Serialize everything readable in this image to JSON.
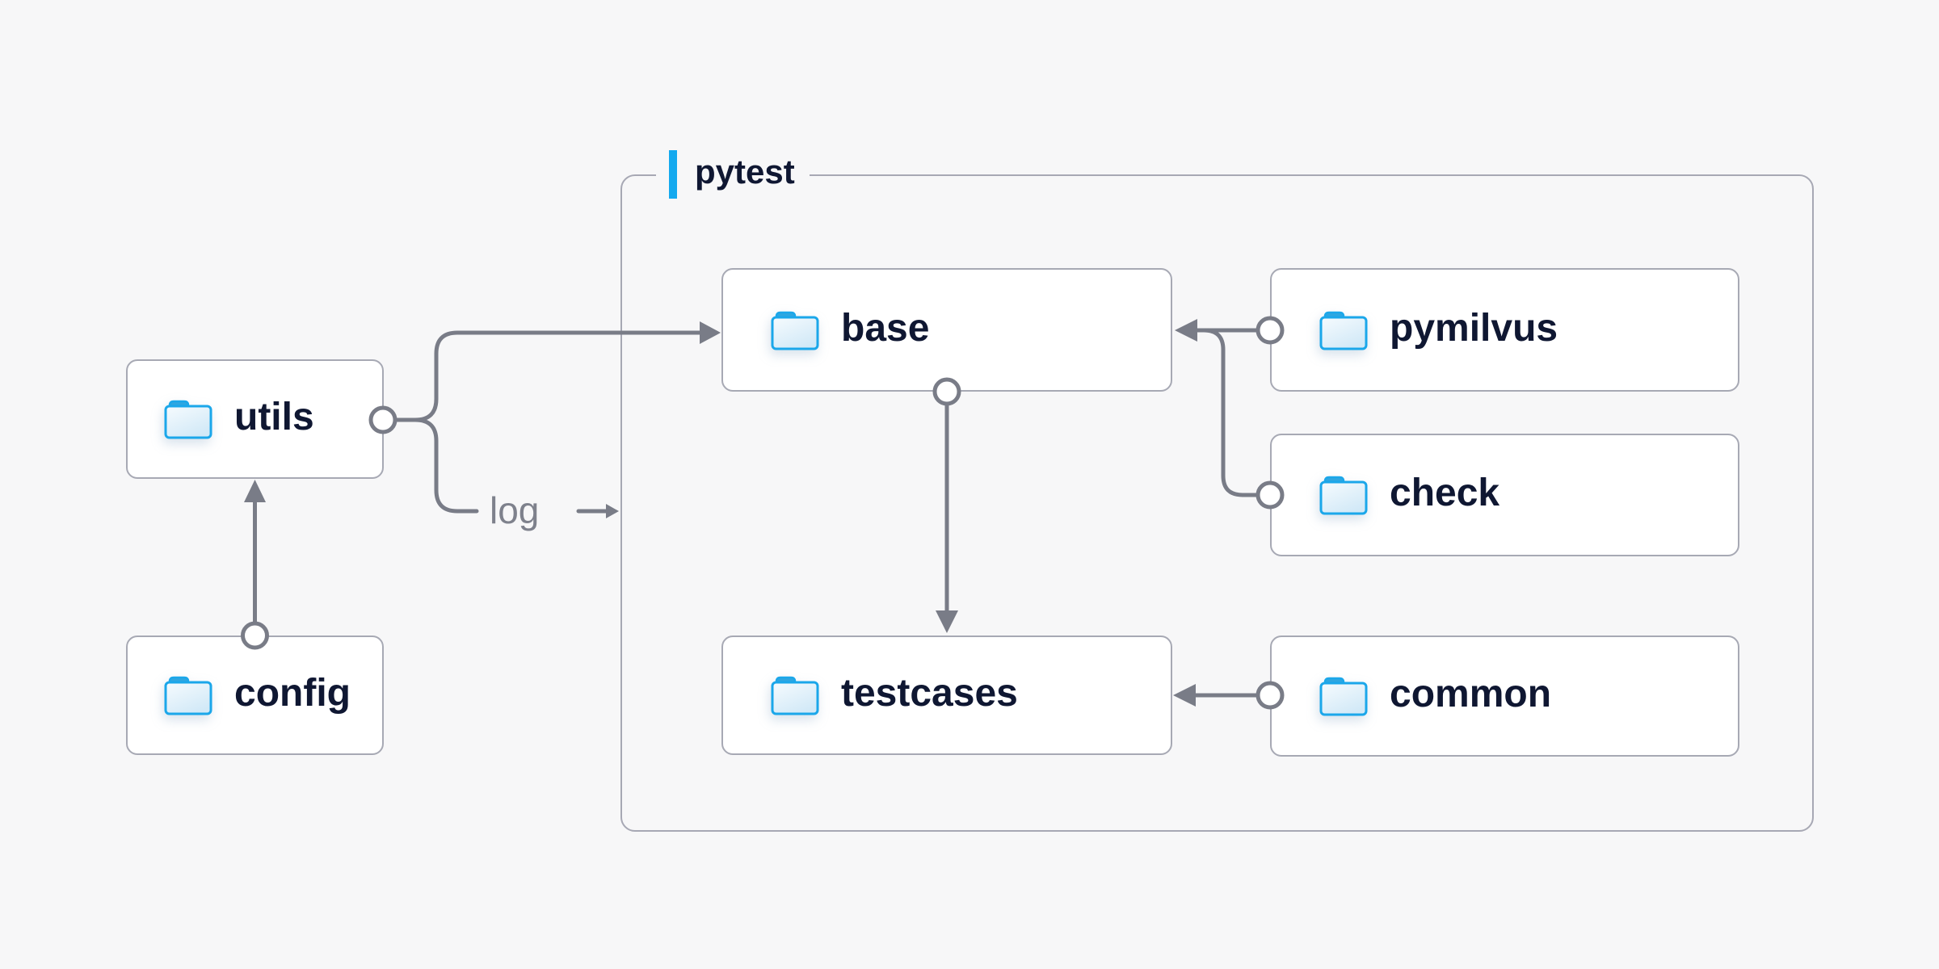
{
  "container": {
    "label": "pytest"
  },
  "nodes": {
    "utils": {
      "label": "utils",
      "icon": "folder-icon"
    },
    "config": {
      "label": "config",
      "icon": "folder-icon"
    },
    "base": {
      "label": "base",
      "icon": "folder-icon"
    },
    "pymilvus": {
      "label": "pymilvus",
      "icon": "folder-icon"
    },
    "check": {
      "label": "check",
      "icon": "folder-icon"
    },
    "testcases": {
      "label": "testcases",
      "icon": "folder-icon"
    },
    "common": {
      "label": "common",
      "icon": "folder-icon"
    }
  },
  "edges": [
    {
      "from": "config",
      "to": "utils"
    },
    {
      "from": "utils",
      "to": "base"
    },
    {
      "from": "utils",
      "to": "pytest",
      "label": "log"
    },
    {
      "from": "base",
      "to": "testcases"
    },
    {
      "from": "pymilvus",
      "to": "base"
    },
    {
      "from": "check",
      "to": "base"
    },
    {
      "from": "common",
      "to": "testcases"
    }
  ],
  "colors": {
    "background": "#f7f7f8",
    "node_fill": "#ffffff",
    "node_border": "#a7a9b4",
    "group_border": "#a7a8b4",
    "connector": "#797c87",
    "label_text": "#0f1732",
    "edge_label_text": "#7e818c",
    "accent_bar": "#14a9ef",
    "folder_stroke": "#1ba7ea",
    "folder_tab": "#2fa6e0",
    "folder_fill_top": "#f6fbfe",
    "folder_fill_bottom": "#d2e9f7"
  }
}
